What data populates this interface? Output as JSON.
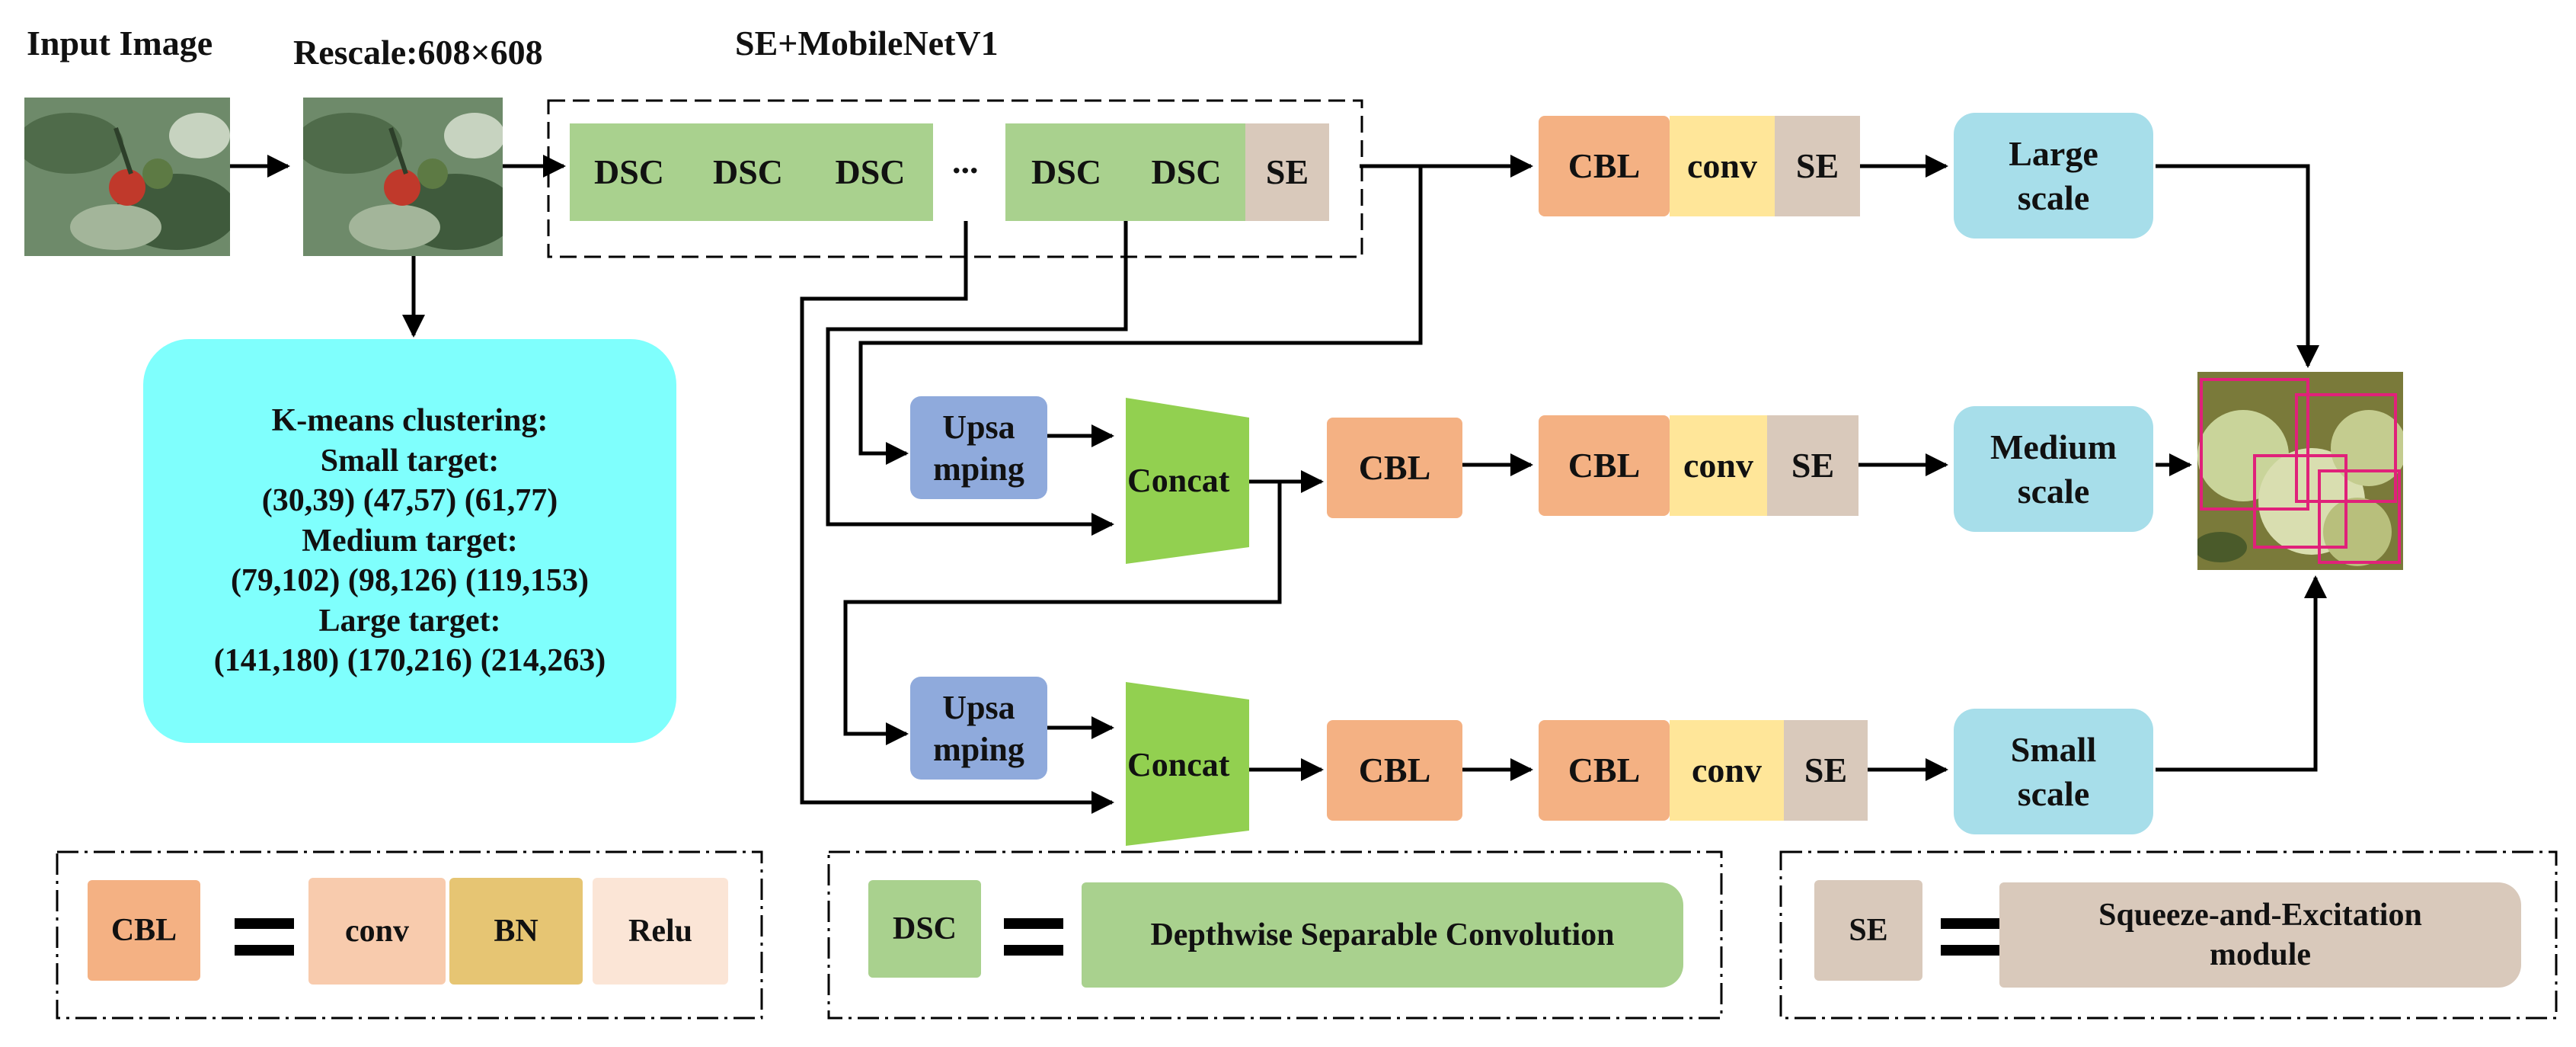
{
  "labels": {
    "input_image": "Input Image",
    "rescale": "Rescale:608×608",
    "backbone": "SE+MobileNetV1",
    "ellipsis": "..."
  },
  "backbone": {
    "dsc": "DSC",
    "se": "SE"
  },
  "blocks": {
    "cbl": "CBL",
    "conv": "conv",
    "se": "SE",
    "concat": "Concat",
    "upsampling": "Upsa\nmping"
  },
  "scales": {
    "large": "Large\nscale",
    "medium": "Medium\nscale",
    "small": "Small\nscale"
  },
  "kmeans": {
    "title": "K-means clustering:",
    "small_label": "Small target:",
    "small_values": "(30,39) (47,57) (61,77)",
    "medium_label": "Medium target:",
    "medium_values": "(79,102) (98,126) (119,153)",
    "large_label": "Large target:",
    "large_values": "(141,180) (170,216) (214,263)"
  },
  "legend": {
    "cbl": "CBL",
    "conv": "conv",
    "bn": "BN",
    "relu": "Relu",
    "dsc": "DSC",
    "dsc_full": "Depthwise Separable Convolution",
    "se": "SE",
    "se_full": "Squeeze-and-Excitation\nmodule"
  },
  "colors": {
    "dsc": "#a9d18e",
    "se": "#d9c9bb",
    "cbl": "#f4b183",
    "conv": "#ffe699",
    "scale": "#a7deea",
    "upsampling": "#8faadc",
    "concat": "#92d050",
    "kmeans": "#7ffffd",
    "bn": "#e6c573",
    "relu": "#fbe5d6",
    "conv_legend": "#f8cbad"
  }
}
